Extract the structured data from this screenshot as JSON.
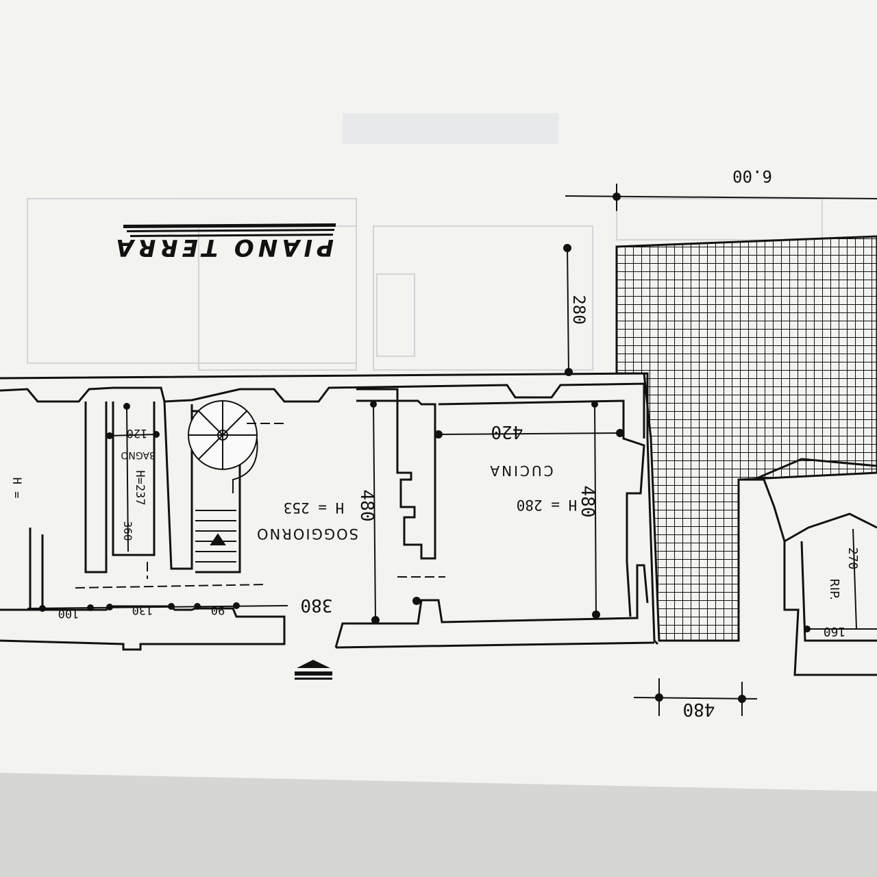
{
  "title": "PIANO TERRA",
  "top_dimension": "6.00",
  "rooms": [
    {
      "id": "soggiorno",
      "name": "SOGGIORNO",
      "height": "H = 253",
      "width": "480",
      "depth": "380"
    },
    {
      "id": "cucina",
      "name": "CUCINA",
      "height": "H = 280",
      "width": "420",
      "depth": "480"
    },
    {
      "id": "bagno",
      "name": "BAGNO",
      "height": "H=237",
      "width": "120",
      "depth": "360"
    },
    {
      "id": "rip",
      "name": "RIP.",
      "width": "160",
      "depth": "270"
    },
    {
      "id": "left-room",
      "height": "H ="
    }
  ],
  "dimensions": {
    "terrace_depth": "280",
    "terrace_width": "480",
    "front_100": "100",
    "front_130": "130",
    "front_90": "90"
  },
  "colors": {
    "paper": "#f3f3f0",
    "ink": "#111111",
    "background": "#d8d8d4"
  }
}
